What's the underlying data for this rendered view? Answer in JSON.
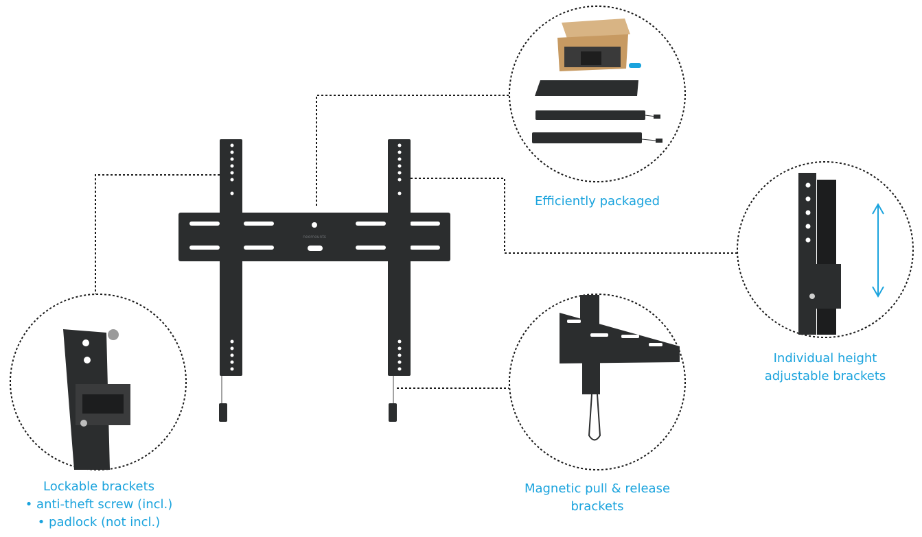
{
  "colors": {
    "accent": "#1aa3dd",
    "bracket": "#2b2d2e",
    "dash": "#1a1a1a",
    "box": "#c79a62"
  },
  "captions": {
    "packaged": [
      "Efficiently packaged"
    ],
    "height": [
      "Individual height",
      "adjustable brackets"
    ],
    "magnetic": [
      "Magnetic pull & release",
      "brackets"
    ],
    "lockable": [
      "Lockable brackets",
      "• anti-theft screw (incl.)",
      "• padlock (not incl.)"
    ]
  },
  "icons": {
    "height_arrow": "double-headed-vertical-arrow-icon"
  }
}
